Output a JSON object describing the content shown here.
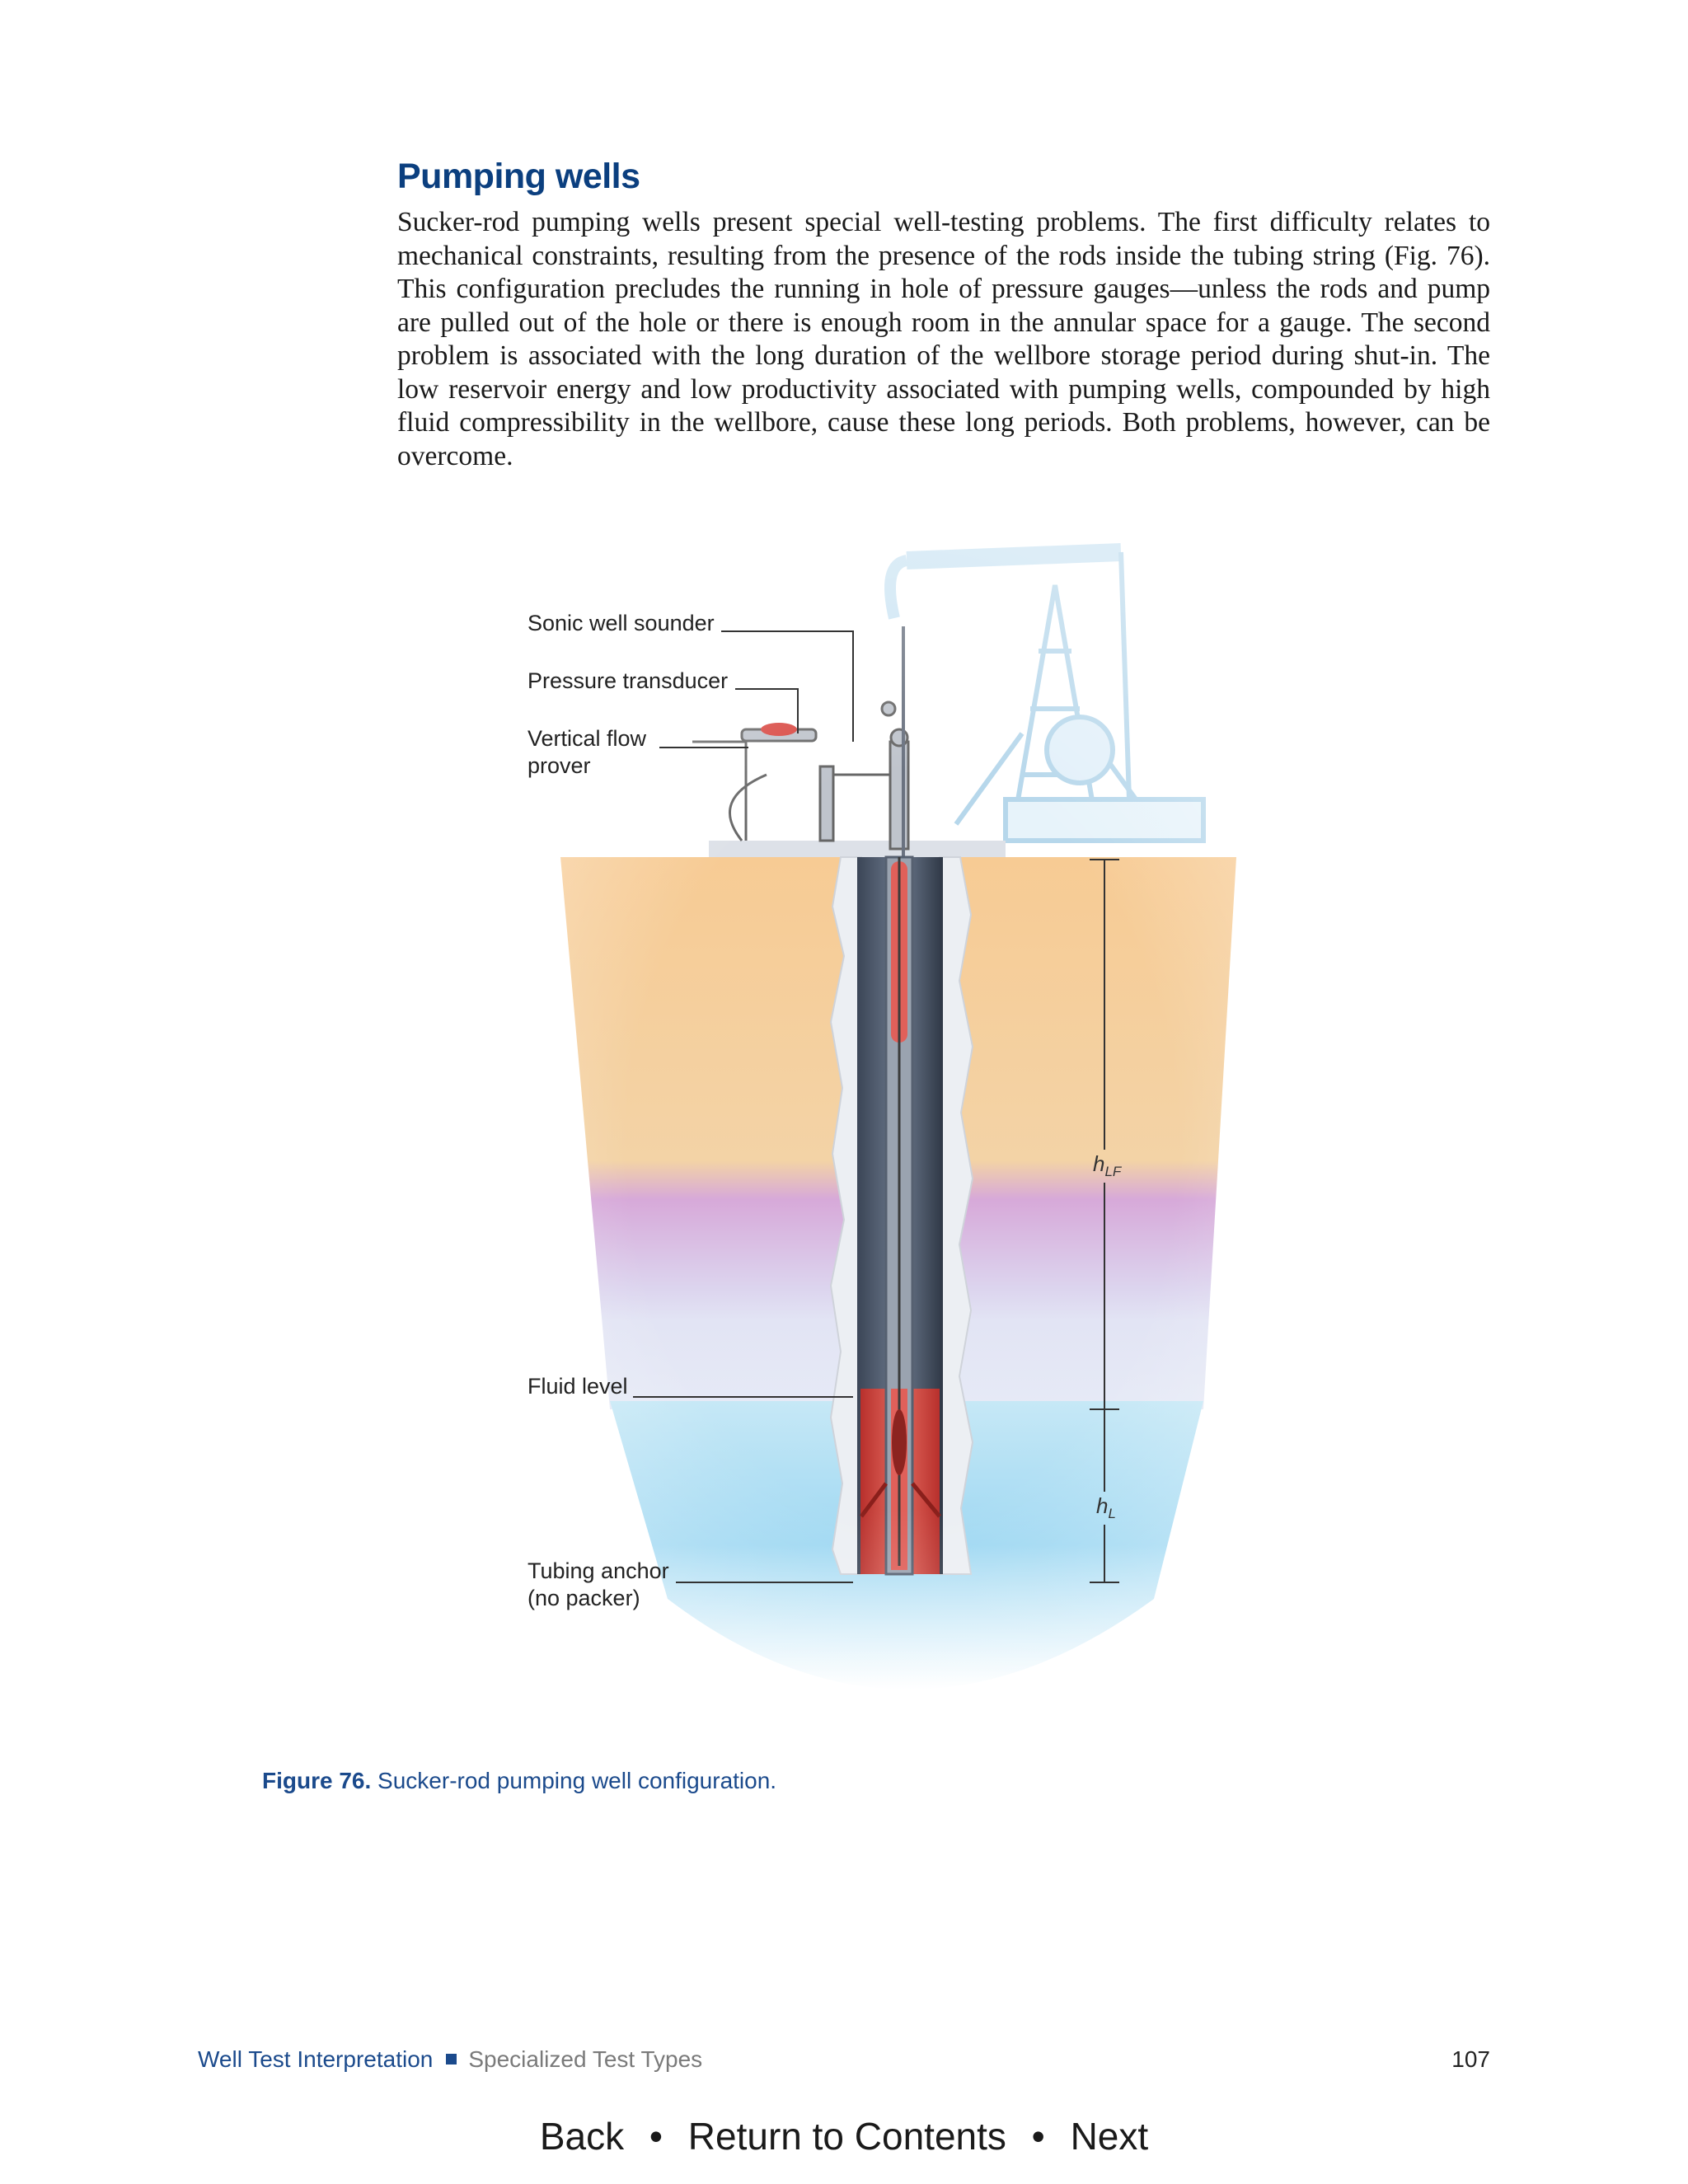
{
  "section": {
    "title": "Pumping wells",
    "paragraph": "Sucker-rod pumping wells present special well-testing problems. The first difficulty relates to mechanical constraints, resulting from the presence of the rods inside the tubing string (Fig. 76). This configuration precludes the running in hole of pressure gauges—unless the rods and pump are pulled out of the hole or there is enough room in the annular space for a gauge. The second problem is associated with the long duration of the wellbore storage period during shut-in. The low reservoir energy and low productivity associated with pumping wells, compounded by high fluid compressibility in the wellbore, cause these long periods. Both problems, however, can be overcome."
  },
  "figure": {
    "labels": {
      "sonic_well_sounder": "Sonic well sounder",
      "pressure_transducer": "Pressure transducer",
      "vertical_flow_prover_1": "Vertical flow",
      "vertical_flow_prover_2": "prover",
      "fluid_level": "Fluid level",
      "tubing_anchor_1": "Tubing anchor",
      "tubing_anchor_2": "(no packer)"
    },
    "symbols": {
      "hlf_base": "h",
      "hlf_sub": "LF",
      "hl_base": "h",
      "hl_sub": "L"
    },
    "caption_number": "Figure 76.",
    "caption_text": "Sucker-rod pumping well configuration."
  },
  "footer": {
    "book_title": "Well Test Interpretation",
    "section_name": "Specialized Test Types",
    "page_number": "107"
  },
  "nav": {
    "back": "Back",
    "contents": "Return to Contents",
    "next": "Next",
    "separator": "•"
  },
  "colors": {
    "heading": "#0b3f7f",
    "caption": "#1b4a8c",
    "soil_top": "#f2c48c",
    "soil_purple": "#d7a9d9",
    "soil_lavender": "#dcdcf2",
    "reservoir_blue": "#a9dcf2",
    "fluid_red": "#d9453f"
  }
}
